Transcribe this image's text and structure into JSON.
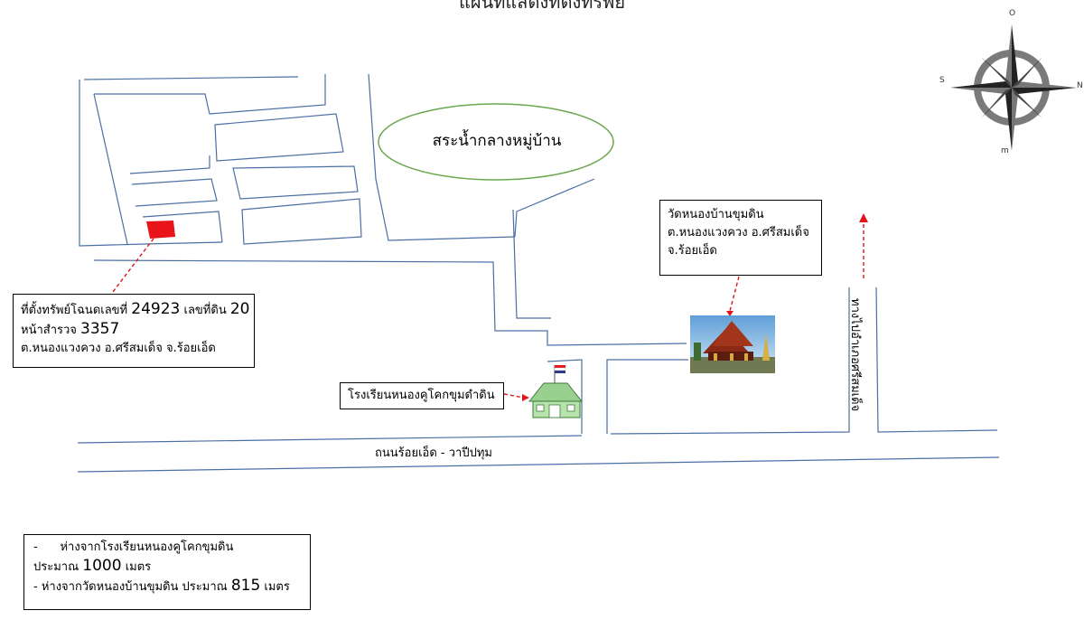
{
  "title": "แผนที่แสดงที่ตั้งทรัพย์",
  "pond_label": "สระน้ำกลางหมู่บ้าน",
  "main_road_label": "ถนนร้อยเอ็ด - วาปีปทุม",
  "side_road_label": "ทางไปอำเภอศรีสมเด็จ",
  "property": {
    "line1_prefix": "ที่ตั้งทรัพย์โฉนดเลขที่",
    "deed_no": "24923",
    "land_prefix": "เลขที่ดิน",
    "land_no": "20",
    "survey_prefix": "หน้าสำรวจ",
    "survey_no": "3357",
    "address": "ต.หนองแวงควง อ.ศรีสมเด็จ จ.ร้อยเอ็ด"
  },
  "temple": {
    "name": "วัดหนองบ้านขุมดิน",
    "line2": "ต.หนองแวงควง อ.ศรีสมเด็จ",
    "line3": "จ.ร้อยเอ็ด"
  },
  "school_label": "โรงเรียนหนองคูโคกขุมดำดิน",
  "distances": {
    "line1": "-      ห่างจากโรงเรียนหนองคูโคกขุมดิน",
    "line2_prefix": "ประมาณ",
    "line2_value": "1000",
    "line2_unit": "เมตร",
    "line3_prefix": "- ห่างจากวัดหนองบ้านขุมดิน ประมาณ",
    "line3_value": "815",
    "line3_unit": "เมตร"
  },
  "compass": {
    "top": "O",
    "left": "S",
    "right": "N",
    "bottom": "m"
  },
  "colors": {
    "road": "#4a6fa5",
    "marker": "#e8141a",
    "leader": "#e0141a",
    "pond": "#6aa84f"
  }
}
